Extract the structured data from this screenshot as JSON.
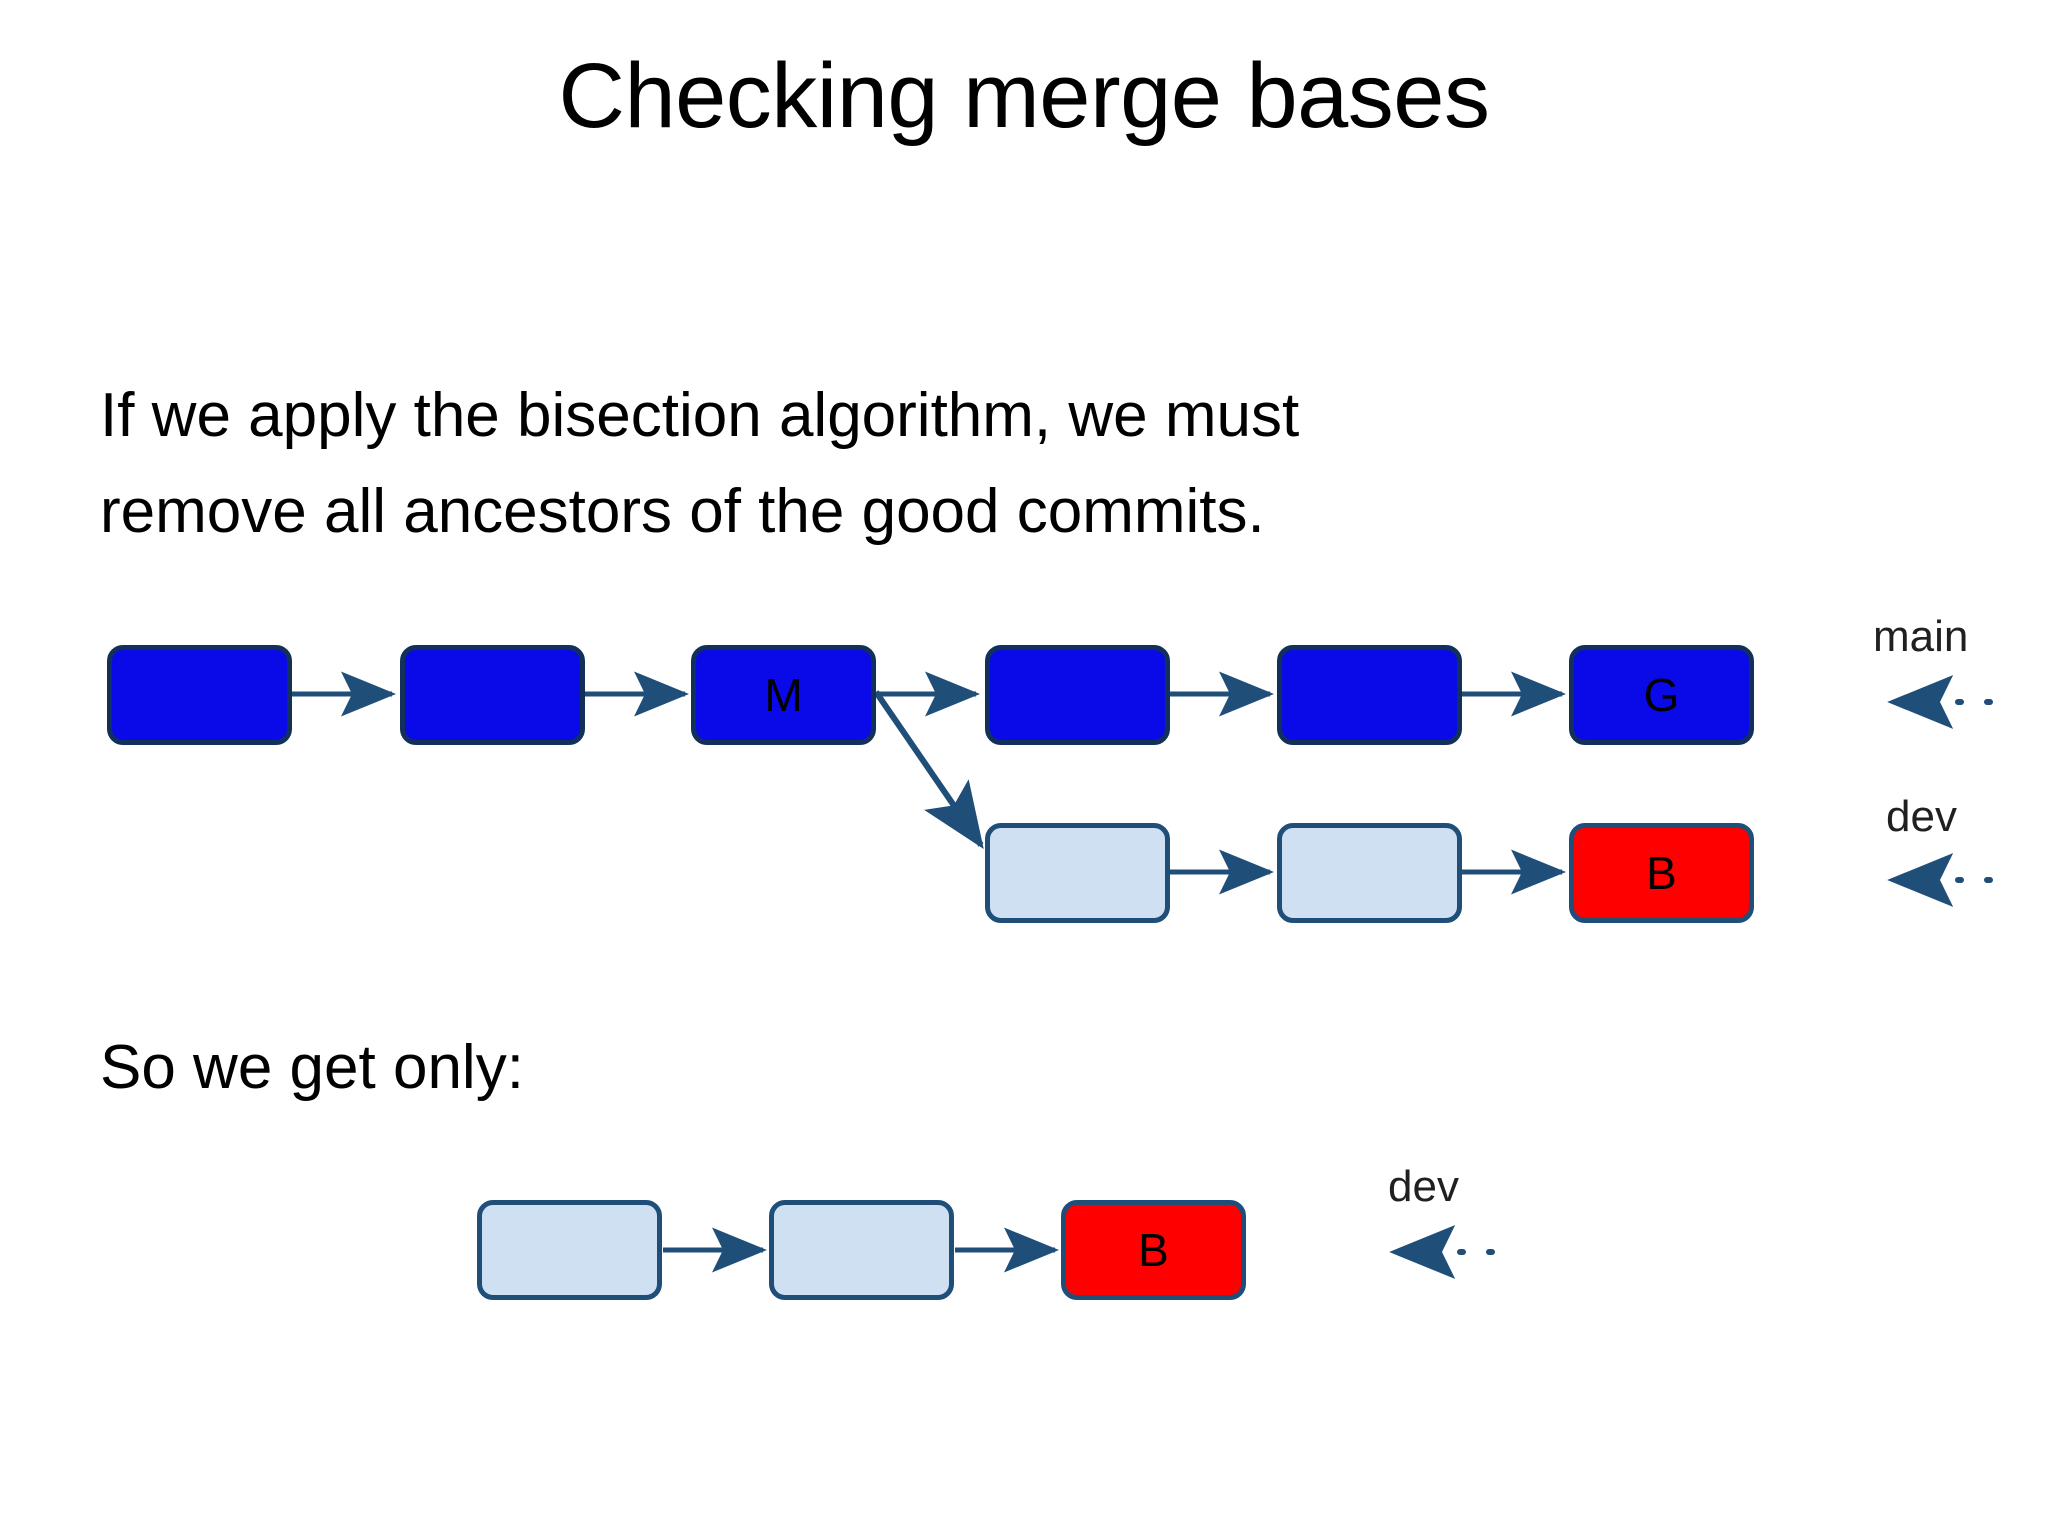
{
  "slide": {
    "title": "Checking merge bases",
    "paragraphs": [
      "If we apply the bisection algorithm, we must\nremove all ancestors of the good commits.",
      "So we get only:"
    ]
  },
  "colors": {
    "good_commit": "#0a0ae8",
    "bad_commit": "#fe0000",
    "neutral_commit": "#cfe0f3",
    "edge": "#1f4e79",
    "border_dark": "#12305a",
    "text": "#000000"
  },
  "diagram_top": {
    "name": "full-history-graph",
    "branches": [
      {
        "id": "main",
        "label": "main"
      },
      {
        "id": "dev",
        "label": "dev"
      }
    ],
    "main_row": {
      "nodes": [
        {
          "id": "m1",
          "label": "",
          "color": "blue"
        },
        {
          "id": "m2",
          "label": "",
          "color": "blue"
        },
        {
          "id": "m3",
          "label": "M",
          "color": "blue"
        },
        {
          "id": "m4",
          "label": "",
          "color": "blue"
        },
        {
          "id": "m5",
          "label": "",
          "color": "blue"
        },
        {
          "id": "m6",
          "label": "G",
          "color": "blue"
        }
      ]
    },
    "dev_row": {
      "nodes": [
        {
          "id": "d1",
          "label": "",
          "color": "light"
        },
        {
          "id": "d2",
          "label": "",
          "color": "light"
        },
        {
          "id": "d3",
          "label": "B",
          "color": "red"
        }
      ]
    }
  },
  "diagram_bottom": {
    "name": "reduced-bisect-range-graph",
    "branches": [
      {
        "id": "dev",
        "label": "dev"
      }
    ],
    "dev_row": {
      "nodes": [
        {
          "id": "b1",
          "label": "",
          "color": "light"
        },
        {
          "id": "b2",
          "label": "",
          "color": "light"
        },
        {
          "id": "b3",
          "label": "B",
          "color": "red"
        }
      ]
    }
  }
}
